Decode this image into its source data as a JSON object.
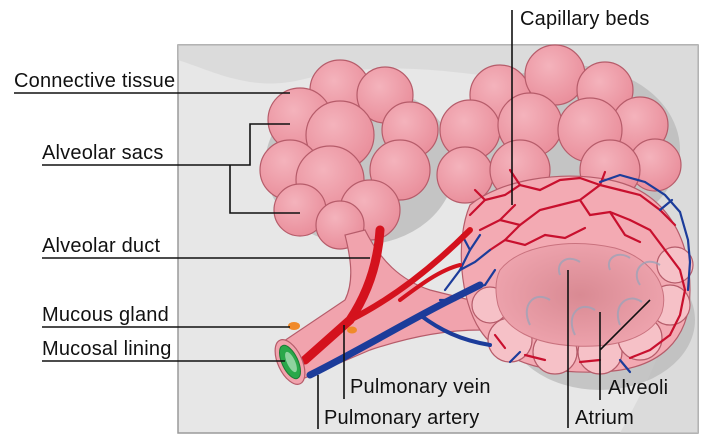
{
  "labels": {
    "connective_tissue": "Connective tissue",
    "alveolar_sacs": "Alveolar sacs",
    "alveolar_duct": "Alveolar duct",
    "mucous_gland": "Mucous gland",
    "mucosal_lining": "Mucosal lining",
    "capillary_beds": "Capillary beds",
    "pulmonary_vein": "Pulmonary vein",
    "pulmonary_artery": "Pulmonary artery",
    "alveoli": "Alveoli",
    "atrium": "Atrium"
  },
  "colors": {
    "alveolus_fill": "#ee9aa5",
    "alveolus_stroke": "#b65c6a",
    "connective_tissue": "#e6e6e6",
    "artery_red": "#d4121d",
    "vein_blue": "#1c3c9a",
    "mucosa_green": "#2aa84a",
    "gland_orange": "#f08a2a",
    "leader_line": "#111111"
  }
}
